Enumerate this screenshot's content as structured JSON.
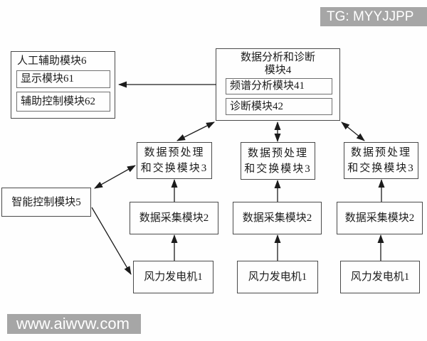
{
  "watermarks": {
    "top_right": "TG: MYYJJPP",
    "bottom_left": "www.aiwvw.com"
  },
  "modules": {
    "analysis": {
      "title_line1": "数据分析和诊断",
      "title_line2": "模块4",
      "spectrum": "频谱分析模块41",
      "diagnosis": "诊断模块42"
    },
    "manual": {
      "title": "人工辅助模块6",
      "display": "显示模块61",
      "aux_control": "辅助控制模块62"
    },
    "intelligent_control": "智能控制模块5",
    "preprocess": {
      "line1": "数据预处理",
      "line2": "和交换模块3"
    },
    "acquisition": "数据采集模块2",
    "turbine": "风力发电机1"
  },
  "connections": [
    "数据分析和诊断模块4 -> 人工辅助模块6",
    "数据分析和诊断模块4 <-> 数据预处理和交换模块3 (x3)",
    "智能控制模块5 <-> 数据预处理和交换模块3 (左)",
    "智能控制模块5 -> 风力发电机1 (左)",
    "数据采集模块2 -> 数据预处理和交换模块3 (x3)",
    "风力发电机1 -> 数据采集模块2 (x3)"
  ],
  "colors": {
    "background": "#fefefe",
    "box_border": "#4a4a4a",
    "inner_box_border": "#707070",
    "text": "#1c1c1c",
    "arrow": "#1c1c1c",
    "watermark_bg": "#a6a6a6",
    "watermark_text": "#ffffff"
  }
}
